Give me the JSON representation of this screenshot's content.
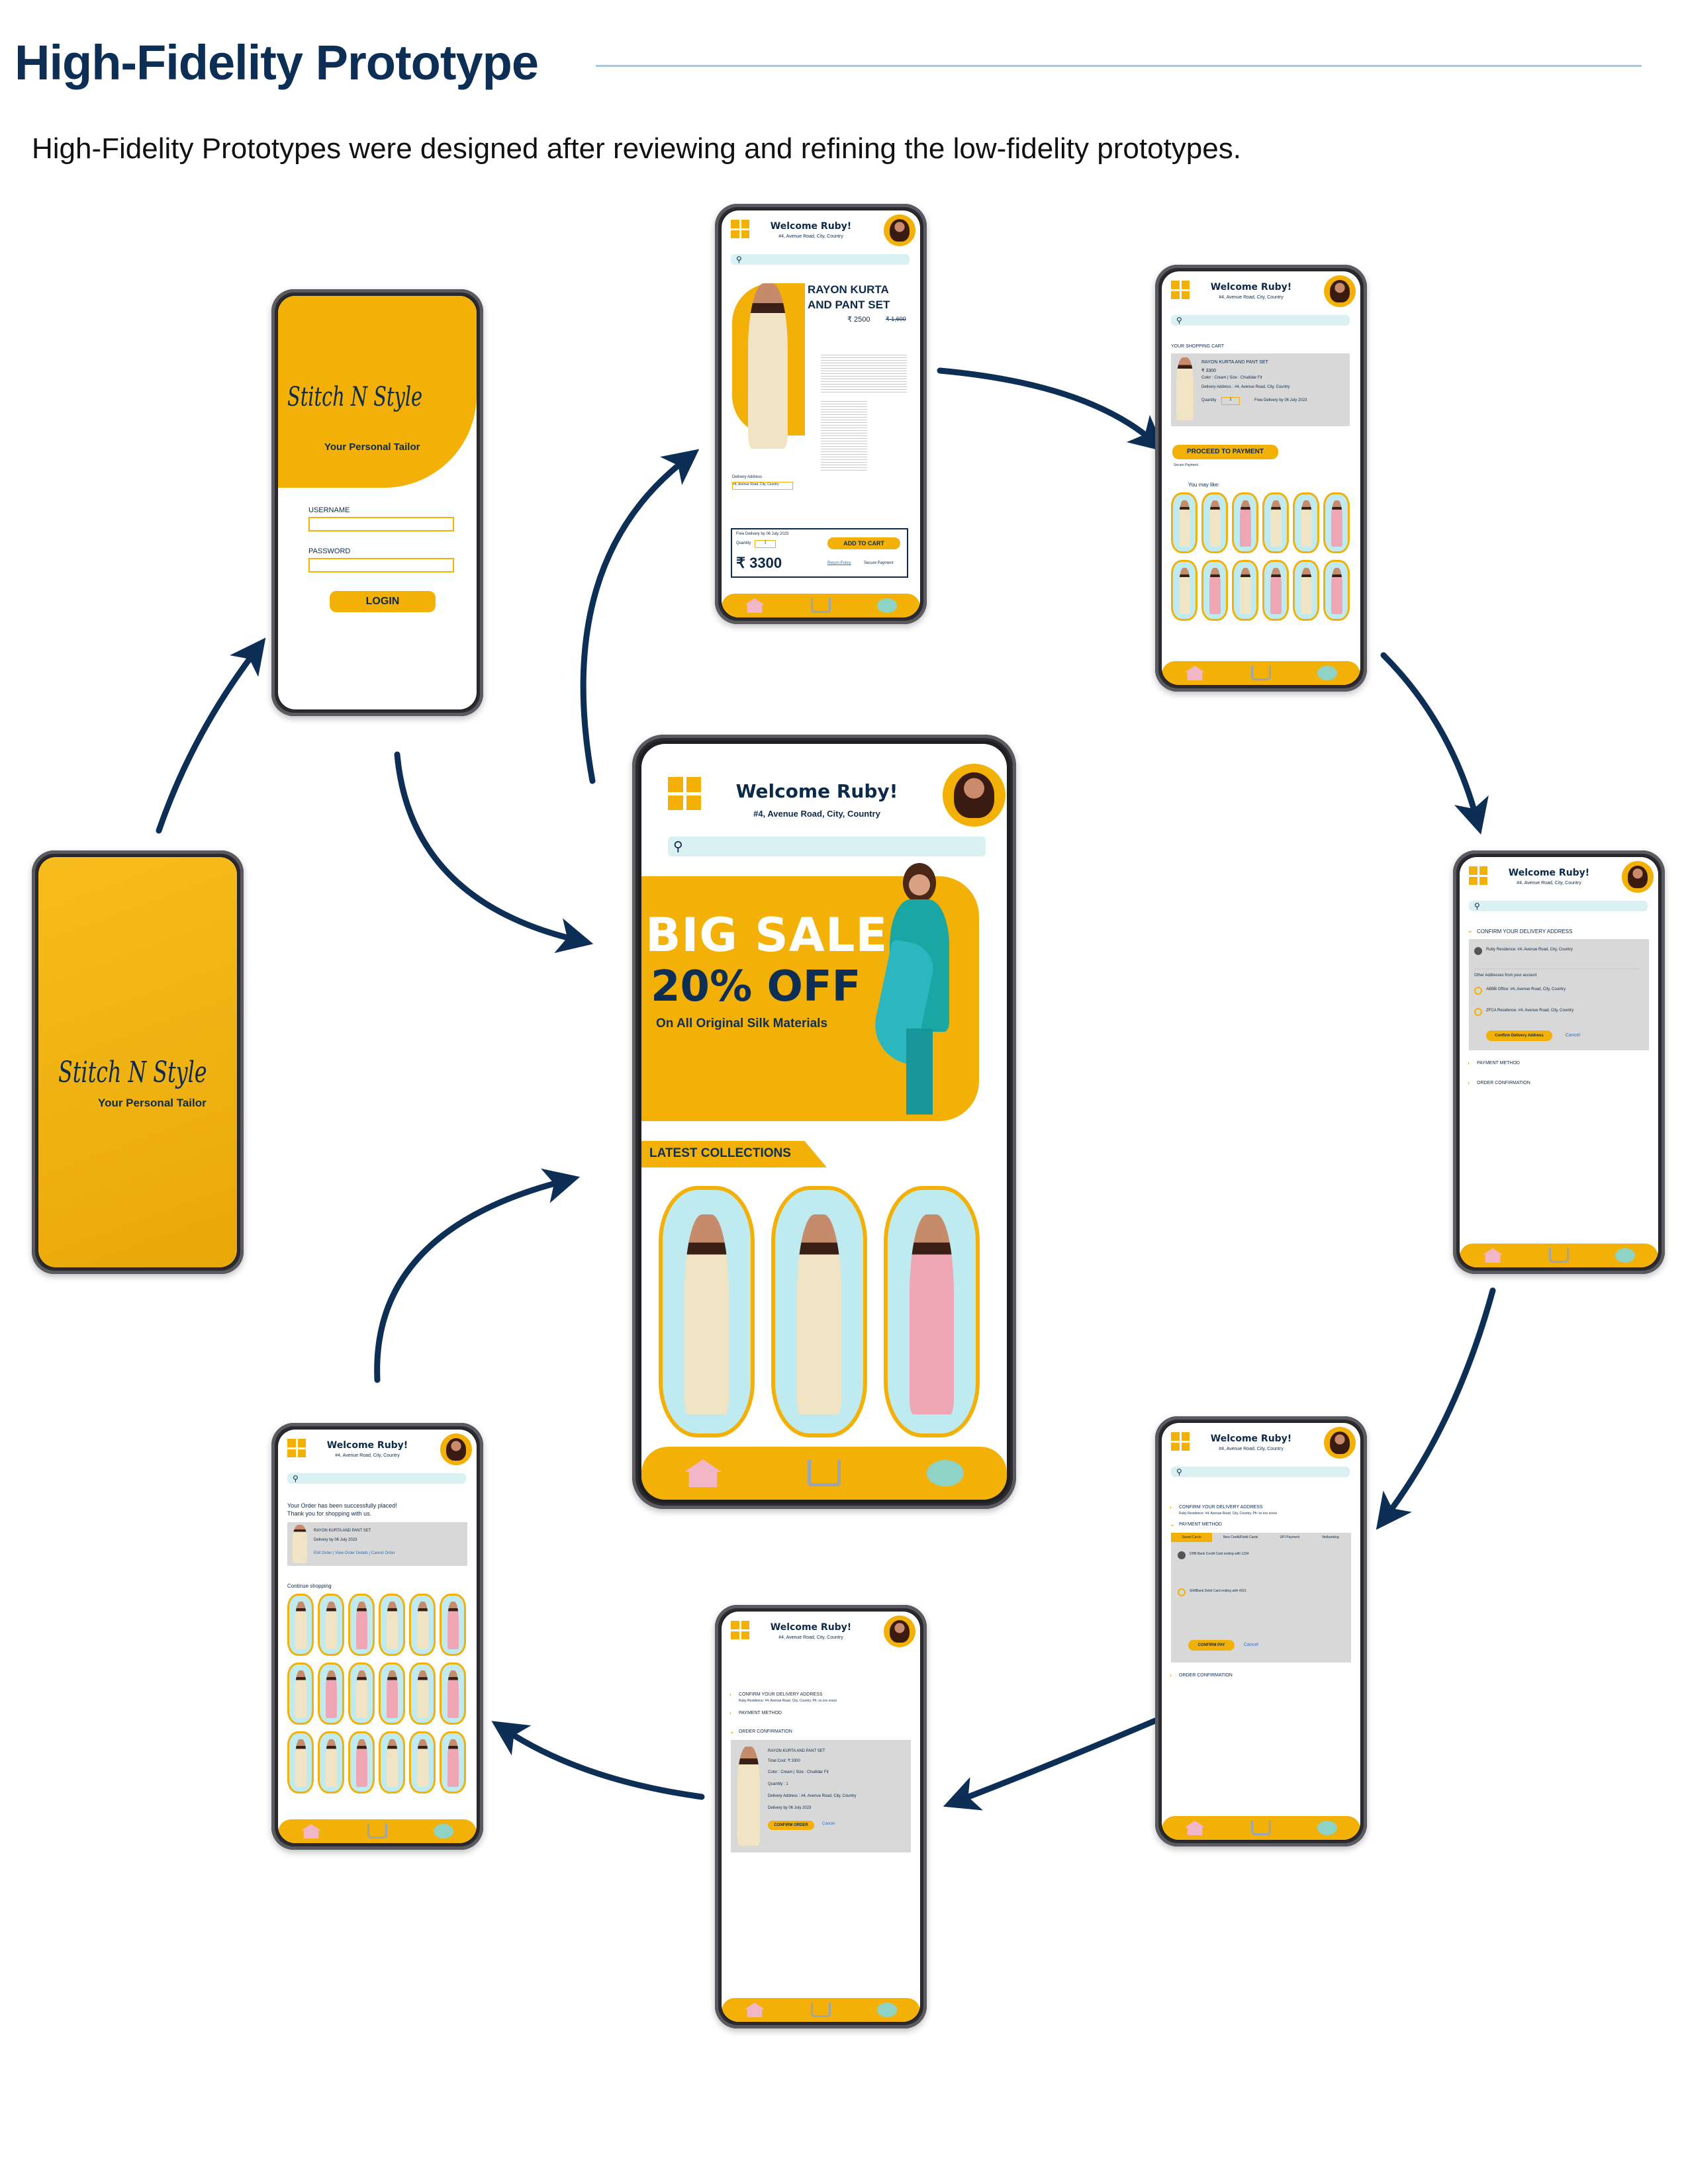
{
  "page": {
    "title": "High-Fidelity Prototype",
    "subtitle": "High-Fidelity Prototypes were designed after reviewing and refining the low-fidelity prototypes."
  },
  "colors": {
    "accent": "#f3b007",
    "navy": "#0d2f55",
    "search": "#d9f1f3",
    "panel": "#d8d8d8"
  },
  "icons": [
    "menu-grid-icon",
    "search-icon",
    "home-icon",
    "cart-icon",
    "chat-icon",
    "profile-avatar",
    "arrow-icon"
  ],
  "header": {
    "welcome": "Welcome Ruby!",
    "address": "#4, Avenue Road, City, Country"
  },
  "splash": {
    "brand": "Stitch N Style",
    "tagline": "Your Personal Tailor"
  },
  "login": {
    "brand": "Stitch N Style",
    "tagline": "Your Personal Tailor",
    "username_label": "USERNAME",
    "password_label": "PASSWORD",
    "login_button": "LOGIN"
  },
  "home": {
    "banner_line1": "BIG SALE",
    "banner_line2": "20% OFF",
    "banner_line3": "On All Original Silk Materials",
    "section": "LATEST COLLECTIONS"
  },
  "product": {
    "name_line1": "RAYON KURTA",
    "name_line2": "AND PANT SET",
    "price": "₹ 2500",
    "old_price": "₹ 1,600",
    "delivery_label": "Delivery Address",
    "delivery_value": "#4, Avenue Road, City, Country",
    "free_delivery": "Free Delivery by 06 July 2023",
    "quantity_label": "Quantity",
    "quantity": "1",
    "total": "₹ 3300",
    "add_to_cart": "ADD TO CART",
    "return_policy": "Return Policy",
    "secure": "Secure Payment"
  },
  "cart": {
    "heading": "YOUR SHOPPING CART",
    "item": "RAYON KURTA AND PANT SET",
    "price": "₹ 3300",
    "color_line": "Color : Cream | Size : Chudidar Fit",
    "delivery_line": "Delivery Address : #4, Avenue Road, City, Country",
    "quantity_label": "Quantity",
    "quantity": "1",
    "free_delivery": "Free Delivery by 06 July 2023",
    "proceed": "PROCEED TO PAYMENT",
    "secure": "Secure Payment",
    "you_may_like": "You may like:"
  },
  "address": {
    "step1": "CONFIRM YOUR DELIVERY ADDRESS",
    "opt1": "Ruby Residence: #4, Avenue Road, City, Country",
    "other": "Other Addresses from your account",
    "opt2": "ABBB Office: #4, Avenue Road, City, Country",
    "opt3": "ZFCA Residence: #4, Avenue Road, City, Country",
    "confirm": "Confirm Delivery Address",
    "cancel": "Cancel",
    "step2": "PAYMENT METHOD",
    "step3": "ORDER CONFIRMATION"
  },
  "payment": {
    "step1": "CONFIRM YOUR DELIVERY ADDRESS",
    "step1_value": "Ruby Residence: #4, Avenue Road, City, Country, Ph: xx xxx xxxxx",
    "step2": "PAYMENT METHOD",
    "tabs": [
      "Saved Cards",
      "New Credit/Debit Cards",
      "UPI Payment",
      "Netbanking"
    ],
    "card1": "DHB Bank Credit Card ending with 1234",
    "card2": "ShiftBank Debit Card ending with 4321",
    "confirm": "CONFIRM PAY",
    "cancel": "Cancel",
    "step3": "ORDER CONFIRMATION"
  },
  "confirm": {
    "step1": "CONFIRM YOUR DELIVERY ADDRESS",
    "step1_value": "Ruby Residence: #4, Avenue Road, City, Country, Ph: xx xxx xxxxx",
    "step2": "PAYMENT METHOD",
    "step3": "ORDER CONFIRMATION",
    "item": "RAYON KURTA AND PANT SET",
    "total": "Total Cost: ₹ 3300",
    "color_line": "Color : Cream | Size : Chudidar Fit",
    "qty_line": "Quantity : 1",
    "delivery_line": "Delivery Address : #4, Avenue Road, City, Country",
    "date_line": "Delivery by 06 July 2023",
    "confirm": "CONFIRM ORDER",
    "cancel": "Cancel"
  },
  "placed": {
    "msg1": "Your Order has been successfully placed!",
    "msg2": "Thank you for shopping with us.",
    "item": "RAYON KURTA AND PANT SET",
    "date_line": "Delivery by 06 July 2023",
    "links": "Edit Order | View Order Details | Cancel Order",
    "continue": "Continue shopping"
  }
}
